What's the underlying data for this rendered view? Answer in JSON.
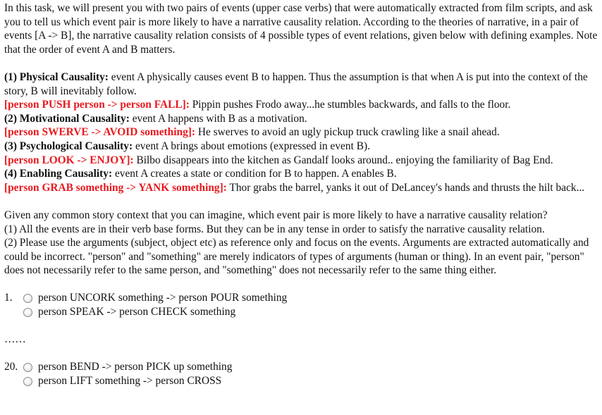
{
  "intro": "In this task, we will present you with two pairs of events (upper case verbs) that were automatically extracted from film scripts, and ask you to tell us which event pair is more likely to have a narrative causality relation. According to the theories of narrative, in a pair of events [A -> B], the narrative causality relation consists of 4 possible types of event relations, given below with defining examples. Note that the order of event A and B matters.",
  "types": [
    {
      "title": "(1) Physical Causality:",
      "desc": " event A physically causes event B to happen. Thus the assumption is that when A is put into the context of the story, B will inevitably follow.",
      "example_pair": "[person PUSH person -> person FALL]:",
      "example_text": " Pippin pushes Frodo away...he stumbles backwards, and falls to the floor."
    },
    {
      "title": "(2) Motivational Causality:",
      "desc": " event A happens with B as a motivation.",
      "example_pair": "[person SWERVE ->  AVOID something]:",
      "example_text": " He swerves to avoid an ugly pickup truck crawling like a snail ahead."
    },
    {
      "title": "(3) Psychological Causality:",
      "desc": " event A brings about emotions (expressed in event B).",
      "example_pair": "[person LOOK -> ENJOY]:",
      "example_text": " Bilbo disappears into the kitchen as Gandalf looks around.. enjoying the familiarity of Bag End."
    },
    {
      "title": "(4) Enabling Causality:",
      "desc": "  event A creates a state or condition for B to happen. A enables B.",
      "example_pair": "[person GRAB something -> YANK something]:",
      "example_text": " Thor grabs the barrel, yanks it out of DeLancey's hands and thrusts the hilt back..."
    }
  ],
  "instructions": [
    "Given any common story context that you can imagine, which event pair is more likely to have a narrative causality relation?",
    "(1) All the events are in their verb base forms. But they can be in any tense in order to satisfy the narrative causality relation.",
    "(2) Please use the arguments (subject, object etc) as reference only and focus on the events. Arguments are extracted automatically and could be incorrect. \"person\" and \"something\" are merely indicators of types of arguments (human or thing). In an event pair, \"person\" does not necessarily refer to the same person, and \"something\" does not necessarily refer to the same thing either."
  ],
  "questions": [
    {
      "number": "1.",
      "options": [
        "person UNCORK something -> person POUR something",
        "person SPEAK -> person CHECK something"
      ]
    },
    {
      "number": "20.",
      "options": [
        "person BEND -> person PICK up something",
        "person LIFT something -> person CROSS"
      ]
    }
  ],
  "ellipsis": "……"
}
